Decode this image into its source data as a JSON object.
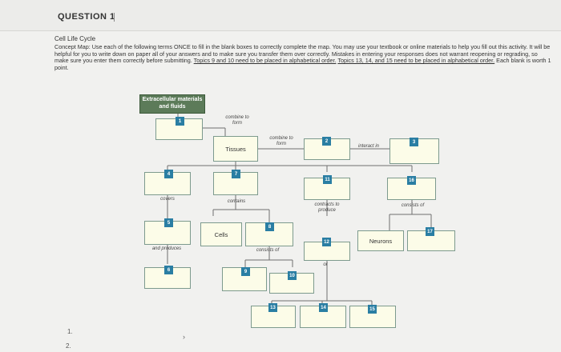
{
  "question": {
    "title": "QUESTION 1",
    "subtitle": "Cell Life Cycle",
    "instructions_p1": "Concept Map: Use each of the following terms ONCE to fill in the blank boxes to correctly complete the map. You may use your textbook or online materials to help you fill out this activity. It will be helpful for you to write down on paper all of your answers and to make sure you transfer them over correctly. Mistakes in entering your responses does not warrant reopening or regrading, so make sure you enter them correctly before submitting. ",
    "instructions_u1": "Topics 9 and 10 need to be placed in alphabetical order.",
    "instructions_sp": " ",
    "instructions_u2": "Topics 13, 14, and 15 need to be placed in alphabetical order.",
    "instructions_p2": " Each blank is worth 1 point."
  },
  "map": {
    "top_label": "Extracellular materials and fluids",
    "tissues": "Tissues",
    "cells": "Cells",
    "neurons": "Neurons",
    "links": {
      "combine_1": "combine to form",
      "combine_2": "combine to form",
      "interact": "interact in",
      "covers": "covers",
      "contains": "contains",
      "contracts": "contracts to produce",
      "consists_1": "consists of",
      "and_produces": "and produces",
      "consists_2": "consists of",
      "or": "or"
    },
    "numbers": {
      "n1": "1",
      "n2": "2",
      "n3": "3",
      "n4": "4",
      "n5": "5",
      "n6": "6",
      "n7": "7",
      "n8": "8",
      "n9": "9",
      "n10": "10",
      "n11": "11",
      "n12": "12",
      "n13": "13",
      "n14": "14",
      "n15": "15",
      "n16": "16",
      "n17": "17"
    }
  },
  "sidebar": {
    "item1": "1.",
    "item2": "2."
  },
  "footer": {
    "chevron": "›"
  }
}
